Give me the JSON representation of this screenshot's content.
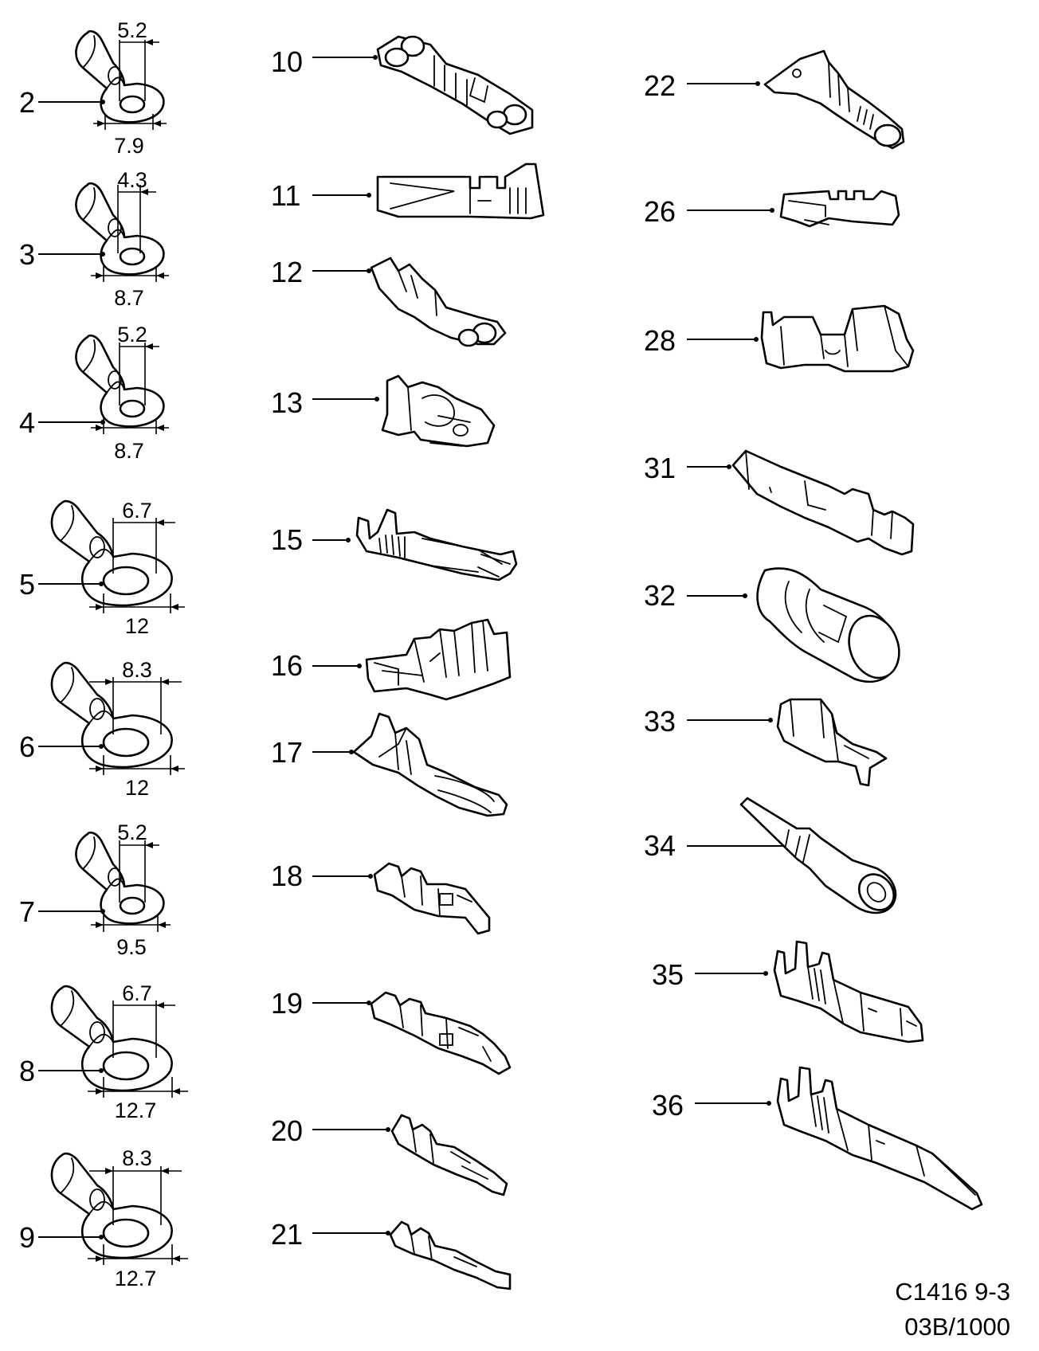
{
  "ring_terminals": [
    {
      "callout": "2",
      "inner_dim": "5.2",
      "outer_dim": "7.9"
    },
    {
      "callout": "3",
      "inner_dim": "4.3",
      "outer_dim": "8.7"
    },
    {
      "callout": "4",
      "inner_dim": "5.2",
      "outer_dim": "8.7"
    },
    {
      "callout": "5",
      "inner_dim": "6.7",
      "outer_dim": "12"
    },
    {
      "callout": "6",
      "inner_dim": "8.3",
      "outer_dim": "12"
    },
    {
      "callout": "7",
      "inner_dim": "5.2",
      "outer_dim": "9.5"
    },
    {
      "callout": "8",
      "inner_dim": "6.7",
      "outer_dim": "12.7"
    },
    {
      "callout": "9",
      "inner_dim": "8.3",
      "outer_dim": "12.7"
    }
  ],
  "middle_parts": [
    "10",
    "11",
    "12",
    "13",
    "15",
    "16",
    "17",
    "18",
    "19",
    "20",
    "21"
  ],
  "right_parts": [
    "22",
    "26",
    "28",
    "31",
    "32",
    "33",
    "34",
    "35",
    "36"
  ],
  "reference": {
    "line1": "C1416 9-3",
    "line2": "03B/1000"
  }
}
